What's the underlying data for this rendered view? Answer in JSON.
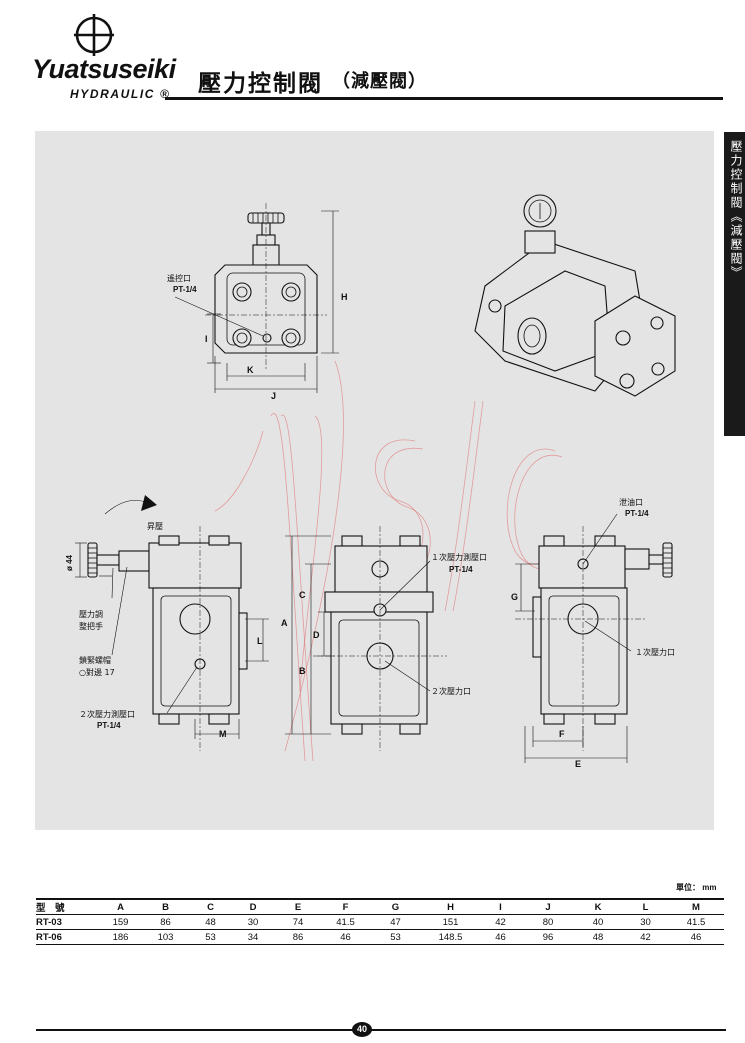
{
  "header": {
    "brand_name": "Yuatsuseiki",
    "brand_sub": "HYDRAULIC ®",
    "title": "壓力控制閥",
    "subtitle": "（減壓閥）"
  },
  "sidebar": {
    "text": "壓力控制閥《減壓閥》"
  },
  "drawing": {
    "labels": {
      "remote": "遙控口",
      "remote_pt": "PT-1/4",
      "raise": "昇壓",
      "knob_dia": "ø 44",
      "adjust_1": "壓力調",
      "adjust_2": "整把手",
      "lock_1": "鎖緊螺帽",
      "lock_2": "○對邊 17",
      "sec_gauge_left": "２次壓力測壓口",
      "sec_gauge_left_pt": "PT-1/4",
      "pri_gauge": "１次壓力測壓口",
      "pri_gauge_pt": "PT-1/4",
      "sec_port": "２次壓力口",
      "drain": "泄油口",
      "drain_pt": "PT-1/4",
      "pri_port": "１次壓力口"
    },
    "dims": {
      "H": "H",
      "I": "I",
      "K": "K",
      "J": "J",
      "L": "L",
      "M": "M",
      "A": "A",
      "B": "B",
      "C": "C",
      "D": "D",
      "G": "G",
      "F": "F",
      "E": "E"
    }
  },
  "table": {
    "unit": "單位： mm",
    "row_header": "型　號",
    "columns": [
      "A",
      "B",
      "C",
      "D",
      "E",
      "F",
      "G",
      "H",
      "I",
      "J",
      "K",
      "L",
      "M"
    ],
    "rows": [
      {
        "model": "RT-03",
        "values": [
          "159",
          "86",
          "48",
          "30",
          "74",
          "41.5",
          "47",
          "151",
          "42",
          "80",
          "40",
          "30",
          "41.5"
        ]
      },
      {
        "model": "RT-06",
        "values": [
          "186",
          "103",
          "53",
          "34",
          "86",
          "46",
          "53",
          "148.5",
          "46",
          "96",
          "48",
          "42",
          "46"
        ]
      }
    ]
  },
  "footer": {
    "page": "40"
  },
  "colors": {
    "panel": "#e4e4e4",
    "ink": "#111111",
    "sidebar": "#1a1a1a",
    "watermark": "#e06060"
  }
}
